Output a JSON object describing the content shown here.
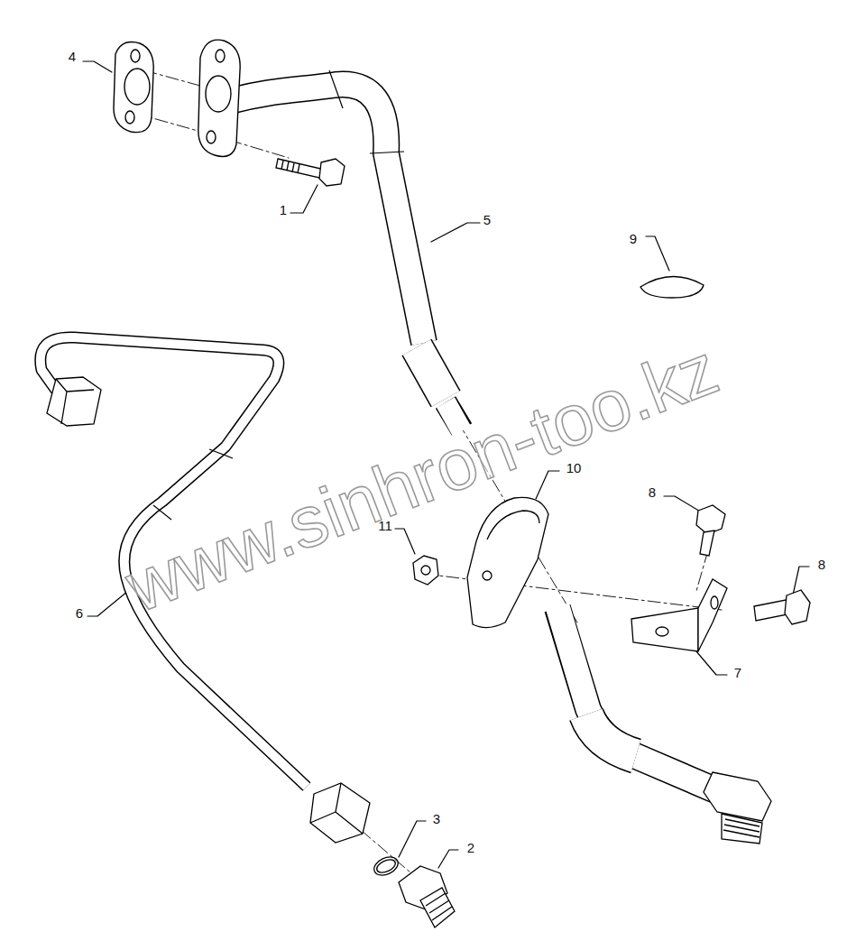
{
  "diagram": {
    "labels": [
      "4",
      "1",
      "5",
      "9",
      "10",
      "8",
      "11",
      "8",
      "6",
      "7",
      "3",
      "2",
      "www.sinhron-too.kz"
    ]
  }
}
